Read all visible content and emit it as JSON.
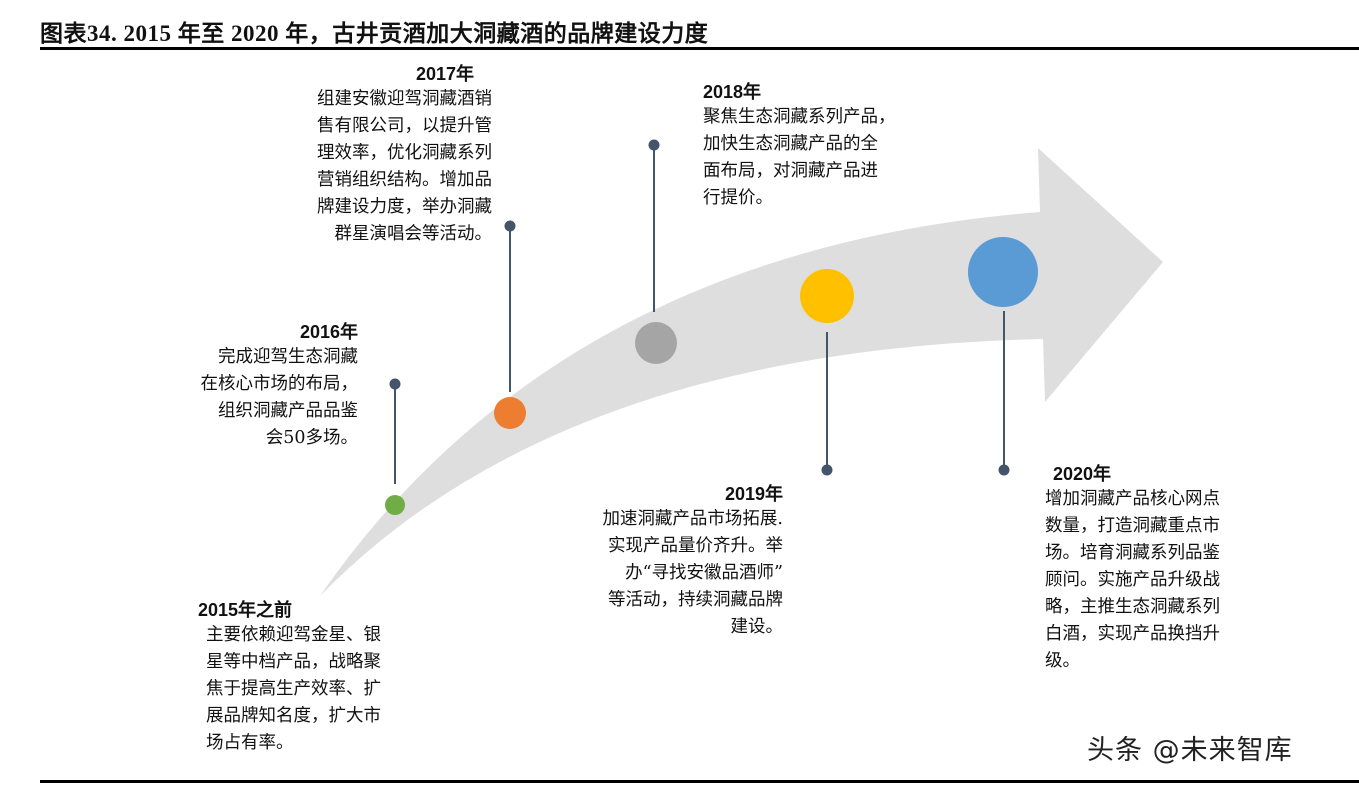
{
  "header": {
    "title": "图表34. 2015 年至 2020 年，古井贡酒加大洞藏酒的品牌建设力度"
  },
  "colors": {
    "arrow": "#dedede",
    "connector": "#44546a",
    "milestone_2015": "#70ad47",
    "milestone_2016": "#ed7d31",
    "milestone_2017": "#a5a5a5",
    "milestone_2018": "#ffc000",
    "milestone_2019": "#5b9bd5"
  },
  "milestones": [
    {
      "year": "2015年之前",
      "text": "主要依赖迎驾金星、银\n星等中档产品，战略聚\n焦于提高生产效率、扩\n展品牌知名度，扩大市\n场占有率。"
    },
    {
      "year": "2016年",
      "text": "完成迎驾生态洞藏\n在核心市场的布局，\n组织洞藏产品品鉴\n会50多场。"
    },
    {
      "year": "2017年",
      "text": "组建安徽迎驾洞藏酒销\n售有限公司，以提升管\n理效率，优化洞藏系列\n营销组织结构。增加品\n牌建设力度，举办洞藏\n群星演唱会等活动。"
    },
    {
      "year": "2018年",
      "text": "聚焦生态洞藏系列产品，\n加快生态洞藏产品的全\n面布局，对洞藏产品进\n行提价。"
    },
    {
      "year": "2019年",
      "text": "加速洞藏产品市场拓展.\n实现产品量价齐升。举\n办“寻找安徽品酒师”\n等活动，持续洞藏品牌\n建设。"
    },
    {
      "year": "2020年",
      "text": "增加洞藏产品核心网点\n数量，打造洞藏重点市\n场。培育洞藏系列品鉴\n顾问。实施产品升级战\n略，主推生态洞藏系列\n白酒，实现产品换挡升\n级。"
    }
  ],
  "watermark": "头条 @未来智库"
}
